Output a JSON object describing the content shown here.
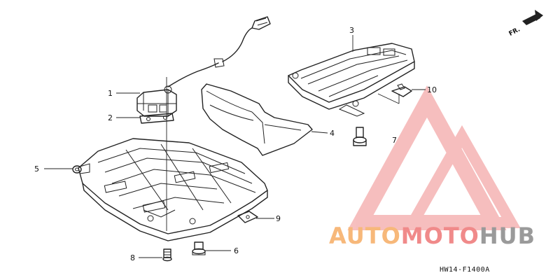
{
  "callouts": [
    {
      "num": "1"
    },
    {
      "num": "2"
    },
    {
      "num": "3"
    },
    {
      "num": "4"
    },
    {
      "num": "5"
    },
    {
      "num": "6"
    },
    {
      "num": "7"
    },
    {
      "num": "8"
    },
    {
      "num": "9"
    },
    {
      "num": "10"
    }
  ],
  "diagram_code": "HW14-F1400A",
  "direction_label": "FR.",
  "watermark": {
    "part1": "AUTO",
    "part2": "MOTO",
    "part3": "HUB",
    "color_orange": "#f7b87a",
    "color_red": "#f08a8a",
    "color_gray": "#9a9a9a"
  }
}
